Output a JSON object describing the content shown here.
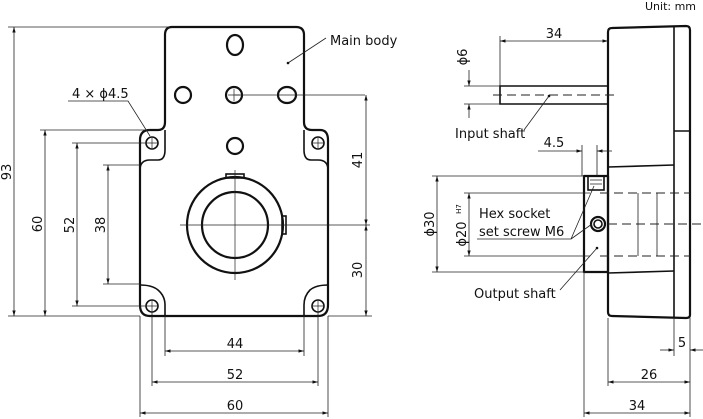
{
  "title": "Gearbox dimensional drawing",
  "unit_label": "Unit: mm",
  "front_view": {
    "labels": {
      "main_body": "Main body",
      "mounting_holes": "4 × ϕ4.5"
    },
    "dimensions": {
      "overall_height": "93",
      "flange_height": "60",
      "hole_pitch_vertical": "52",
      "inner_height": "38",
      "upper_to_shaft": "41",
      "shaft_to_bottom": "30",
      "inner_width": "44",
      "hole_pitch_horizontal": "52",
      "flange_width": "60"
    }
  },
  "side_view": {
    "labels": {
      "input_shaft": "Input shaft",
      "hex_screw_line1": "Hex socket",
      "hex_screw_line2": "set screw M6",
      "output_shaft": "Output shaft"
    },
    "dimensions": {
      "input_shaft_length": "34",
      "input_shaft_dia": "ϕ6",
      "collar_width": "4.5",
      "output_outer_dia": "ϕ30",
      "output_bore_dia": "ϕ20",
      "output_bore_tolerance": "H7",
      "flange_thickness": "5",
      "body_depth": "26",
      "total_depth": "34"
    }
  }
}
